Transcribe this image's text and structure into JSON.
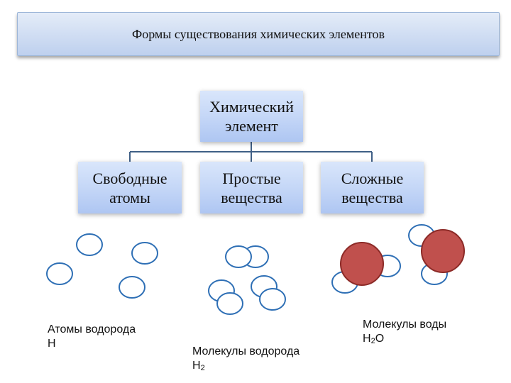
{
  "title": "Формы существования химических элементов",
  "tree": {
    "root": "Химический\nэлемент",
    "children": [
      "Свободные\nатомы",
      "Простые\nвещества",
      "Сложные\nвещества"
    ]
  },
  "captions": {
    "atoms": {
      "label": "Атомы водорода",
      "formula": "H"
    },
    "hydrogen_molecules": {
      "label": "Молекулы водорода",
      "formula_main": "H",
      "formula_sub": "2"
    },
    "water_molecules": {
      "label": "Молекулы воды",
      "formula_main": "H",
      "formula_sub": "2",
      "formula_tail": "O"
    }
  },
  "colors": {
    "atom_outline": "#2e6fb5",
    "oxygen_fill": "#c0504d",
    "oxygen_outline": "#8c2a27",
    "connector": "#3f5f86"
  }
}
